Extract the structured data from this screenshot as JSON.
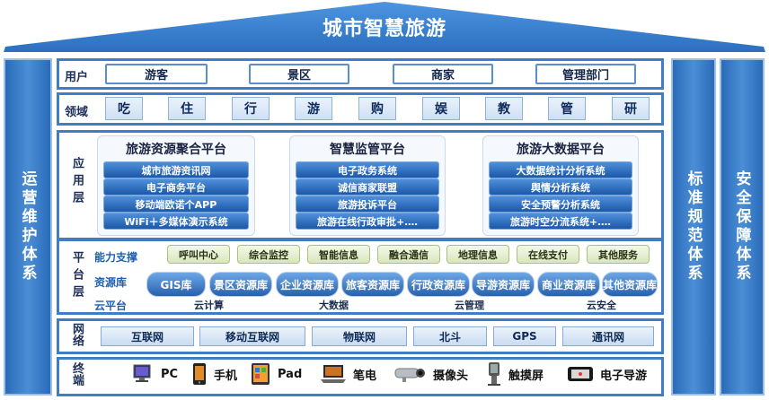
{
  "title": "城市智慧旅游",
  "left_pillar": "运营维护体系",
  "right_pillars": [
    "标准规范体系",
    "安全保障体系"
  ],
  "users": {
    "label": "用户",
    "items": [
      "游客",
      "景区",
      "商家",
      "管理部门"
    ]
  },
  "domains": {
    "label": "领域",
    "items": [
      "吃",
      "住",
      "行",
      "游",
      "购",
      "娱",
      "教",
      "管",
      "研"
    ]
  },
  "application": {
    "label": "应用层",
    "platforms": [
      {
        "title": "旅游资源聚合平台",
        "items": [
          "城市旅游资讯网",
          "电子商务平台",
          "移动端欧诺个APP",
          "WiFi＋多媒体演示系统"
        ]
      },
      {
        "title": "智慧监管平台",
        "items": [
          "电子政务系统",
          "诚信商家联盟",
          "旅游投诉平台",
          "旅游在线行政审批+‥‥"
        ]
      },
      {
        "title": "旅游大数据平台",
        "items": [
          "大数据统计分析系统",
          "舆情分析系统",
          "安全预警分析系统",
          "旅游时空分流系统+‥‥"
        ]
      }
    ]
  },
  "platform": {
    "label": "平台层",
    "sublabels": [
      "能力支撑",
      "资源库",
      "云平台"
    ],
    "capabilities": [
      "呼叫中心",
      "综合监控",
      "智能信息",
      "融合通信",
      "地理信息",
      "在线支付",
      "其他服务"
    ],
    "resources": [
      "GIS库",
      "景区资源库",
      "企业资源库",
      "旅客资源库",
      "行政资源库",
      "导游资源库",
      "商业资源库",
      "其他资源库"
    ],
    "cloud": [
      "云计算",
      "大数据",
      "云管理",
      "云安全"
    ]
  },
  "network": {
    "label": "网络",
    "items": [
      "互联网",
      "移动互联网",
      "物联网",
      "北斗",
      "GPS",
      "通讯网"
    ]
  },
  "terminal": {
    "label": "终端",
    "items": [
      {
        "label": "PC",
        "icon": "pc-icon"
      },
      {
        "label": "手机",
        "icon": "phone-icon"
      },
      {
        "label": "Pad",
        "icon": "pad-icon"
      },
      {
        "label": "笔电",
        "icon": "laptop-icon"
      },
      {
        "label": "摄像头",
        "icon": "camera-icon"
      },
      {
        "label": "触摸屏",
        "icon": "touchscreen-icon"
      },
      {
        "label": "电子导游",
        "icon": "guide-device-icon"
      }
    ]
  },
  "colors": {
    "primary_blue": "#2f6fbf",
    "dark_blue": "#1b58a8",
    "light_green": "#d9e6bf"
  }
}
